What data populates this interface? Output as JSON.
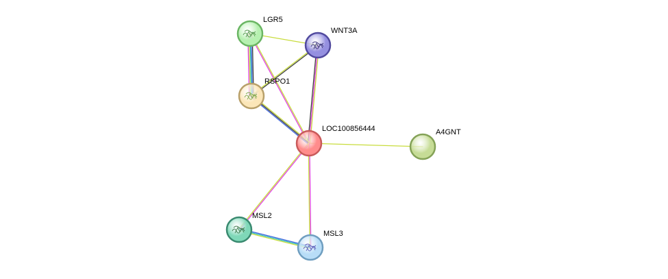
{
  "nodes": [
    {
      "id": "LGR5",
      "label": "LGR5",
      "fill": "#b6f0b0",
      "stroke": "#6ab563",
      "has_structure": true,
      "structure_color": "#3f8a3a"
    },
    {
      "id": "WNT3A",
      "label": "WNT3A",
      "fill": "#9590e0",
      "stroke": "#514a9e",
      "has_structure": true,
      "structure_color": "#2a2470"
    },
    {
      "id": "RSPO1",
      "label": "RSPO1",
      "fill": "#fbe6b8",
      "stroke": "#b8a06a",
      "has_structure": true,
      "structure_color": "#6f9e3a"
    },
    {
      "id": "LOC100856444",
      "label": "LOC100856444",
      "fill": "#ff8c8c",
      "stroke": "#c85a5a",
      "has_structure": false,
      "structure_color": ""
    },
    {
      "id": "A4GNT",
      "label": "A4GNT",
      "fill": "#c6dc96",
      "stroke": "#84a257",
      "has_structure": false,
      "structure_color": ""
    },
    {
      "id": "MSL2",
      "label": "MSL2",
      "fill": "#7fd8b8",
      "stroke": "#3a8a70",
      "has_structure": true,
      "structure_color": "#2a6a3a"
    },
    {
      "id": "MSL3",
      "label": "MSL3",
      "fill": "#b8ddf7",
      "stroke": "#6f9ec0",
      "has_structure": true,
      "structure_color": "#4a4ab0"
    }
  ],
  "edges": [
    {
      "source": "LGR5",
      "target": "WNT3A",
      "colors": [
        "#c8dc3c"
      ]
    },
    {
      "source": "LGR5",
      "target": "RSPO1",
      "colors": [
        "#404040",
        "#3c64dc",
        "#22b4b4",
        "#c8dc3c",
        "#e040e0"
      ]
    },
    {
      "source": "LGR5",
      "target": "LOC100856444",
      "colors": [
        "#c8dc3c",
        "#e040e0"
      ]
    },
    {
      "source": "WNT3A",
      "target": "RSPO1",
      "colors": [
        "#404040",
        "#c8dc3c"
      ]
    },
    {
      "source": "WNT3A",
      "target": "LOC100856444",
      "colors": [
        "#c8dc3c",
        "#e040e0",
        "#404040"
      ]
    },
    {
      "source": "RSPO1",
      "target": "LOC100856444",
      "colors": [
        "#c8dc3c",
        "#404040",
        "#3c64dc"
      ]
    },
    {
      "source": "LOC100856444",
      "target": "A4GNT",
      "colors": [
        "#c8dc3c"
      ]
    },
    {
      "source": "LOC100856444",
      "target": "MSL2",
      "colors": [
        "#e040e0",
        "#c8dc3c"
      ]
    },
    {
      "source": "LOC100856444",
      "target": "MSL3",
      "colors": [
        "#e040e0",
        "#c8dc3c"
      ]
    },
    {
      "source": "MSL2",
      "target": "MSL3",
      "colors": [
        "#3c64dc",
        "#22b4b4",
        "#c8dc3c"
      ]
    }
  ]
}
